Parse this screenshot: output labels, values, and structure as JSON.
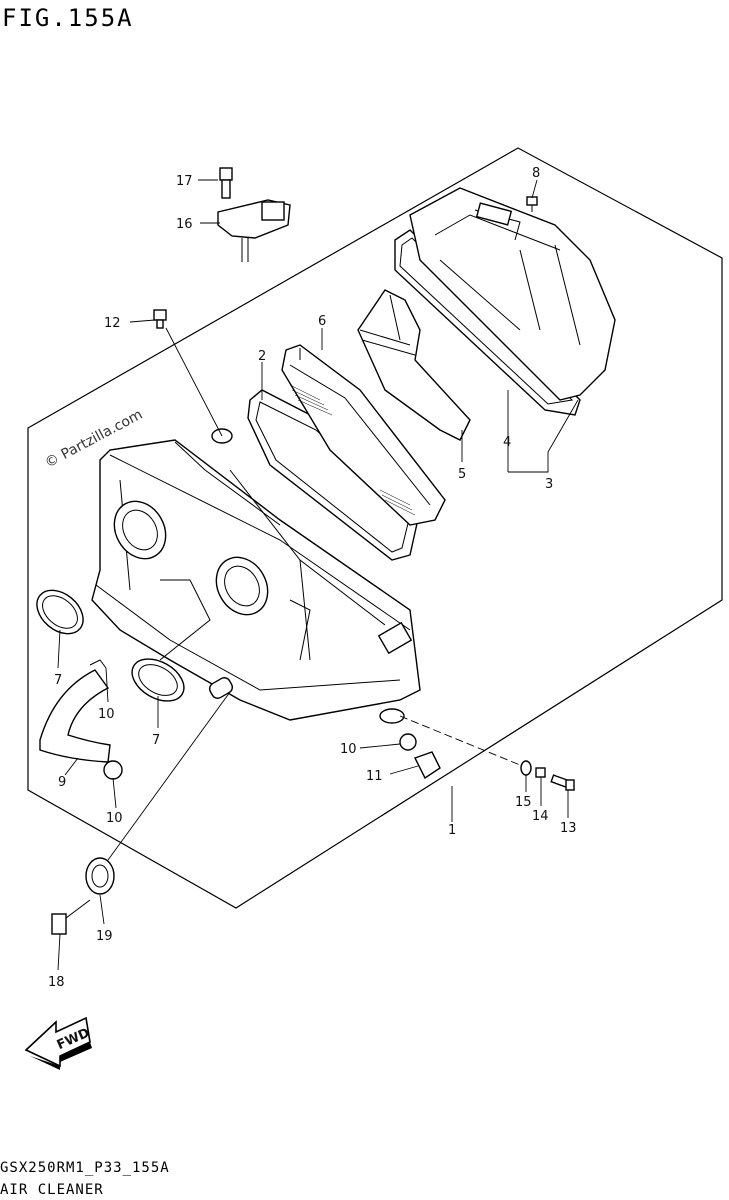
{
  "figure_title": "FIG.155A",
  "footer_code": "GSX250RM1_P33_155A",
  "footer_name": "AIR CLEANER",
  "watermark": "© Partzilla.com",
  "fwd_label": "FWD",
  "callouts": [
    "1",
    "2",
    "3",
    "4",
    "5",
    "6",
    "7",
    "7",
    "8",
    "9",
    "10",
    "10",
    "10",
    "11",
    "12",
    "13",
    "14",
    "15",
    "16",
    "17",
    "18",
    "19"
  ]
}
